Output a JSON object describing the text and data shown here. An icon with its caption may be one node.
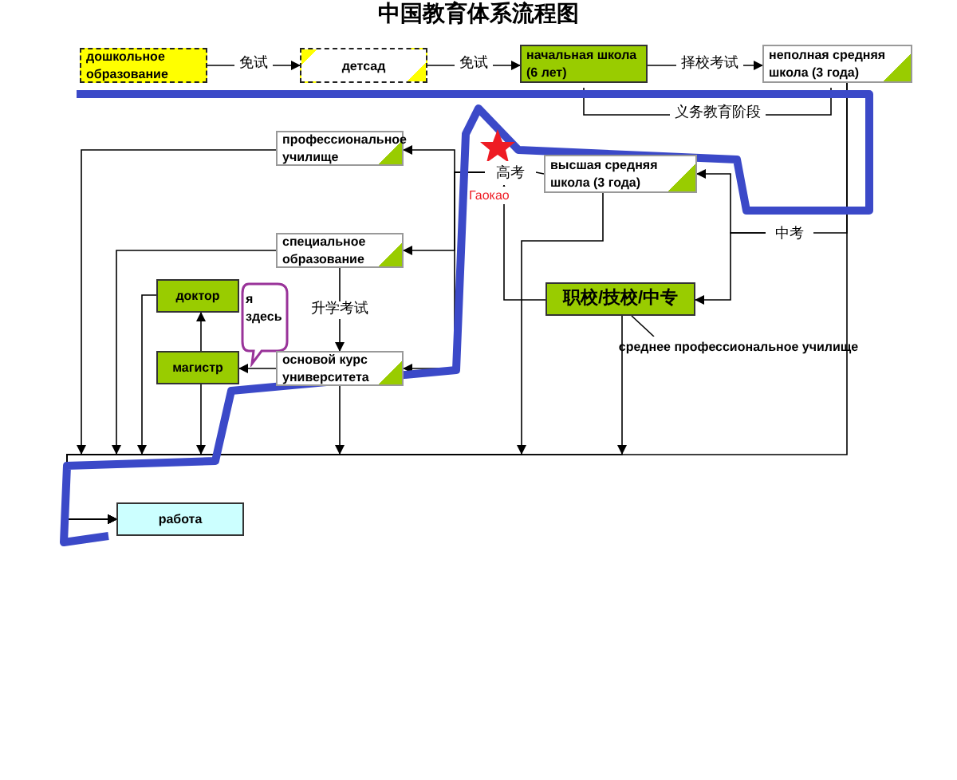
{
  "diagram": {
    "title": "中国教育体系流程图",
    "nodes": [
      {
        "text": [
          "дошкольное образование"
        ]
      },
      {
        "text": [
          "детсад"
        ]
      },
      {
        "text": [
          "начальная школа (6 лет)"
        ]
      },
      {
        "text": [
          "неполная средняя школа (3 года)"
        ]
      },
      {
        "text": [
          "профессиональное училище"
        ]
      },
      {
        "text": [
          "高考"
        ],
        "beside": [
          "Гаокао"
        ]
      },
      {
        "text": [
          "высшая средняя школа (3 года)"
        ]
      },
      {
        "text": [
          "специальное образование"
        ]
      },
      {
        "text": [
          "中考"
        ]
      },
      {
        "text": [
          "доктор"
        ]
      },
      {
        "text": [
          "я здесь"
        ]
      },
      {
        "text": [
          "职校/技校/中专"
        ]
      },
      {
        "text": [
          "среднее профессиональное училище"
        ]
      },
      {
        "text": [
          "магистр"
        ]
      },
      {
        "text": [
          "основой курс университета"
        ]
      },
      {
        "text": [
          "работа"
        ]
      }
    ],
    "edges": [
      {
        "from": 0,
        "to": 1,
        "arrow": "to",
        "label": "免试"
      },
      {
        "from": 1,
        "to": 2,
        "arrow": "to",
        "label": "免试"
      },
      {
        "from": 2,
        "to": 3,
        "arrow": "to",
        "label": "择校考试"
      },
      {
        "from": 3,
        "to": 8,
        "arrow": "none"
      },
      {
        "from": 8,
        "to": 6,
        "arrow": "to"
      },
      {
        "from": 8,
        "to": 11,
        "arrow": "to"
      },
      {
        "from": 6,
        "to": 5,
        "arrow": "none"
      },
      {
        "from": 11,
        "to": 5,
        "arrow": "to"
      },
      {
        "from": 5,
        "to": 4,
        "arrow": "to"
      },
      {
        "from": 5,
        "to": 7,
        "arrow": "to"
      },
      {
        "from": 5,
        "to": 14,
        "arrow": "to"
      },
      {
        "from": 7,
        "to": 14,
        "arrow": "to",
        "label": "升学考试"
      },
      {
        "from": 14,
        "to": 13,
        "arrow": "to"
      },
      {
        "from": 13,
        "to": 9,
        "arrow": "to"
      },
      {
        "from": 12,
        "to": 11,
        "arrow": "none"
      },
      {
        "from": 4,
        "to": 15,
        "arrow": "to"
      },
      {
        "from": 7,
        "to": 15,
        "arrow": "to"
      },
      {
        "from": 9,
        "to": 15,
        "arrow": "to"
      },
      {
        "from": 13,
        "to": 15,
        "arrow": "to"
      },
      {
        "from": 14,
        "to": 15,
        "arrow": "to"
      },
      {
        "from": 6,
        "to": 15,
        "arrow": "to"
      },
      {
        "from": 11,
        "to": 15,
        "arrow": "to"
      },
      {
        "from": 3,
        "to": 15,
        "arrow": "to"
      }
    ],
    "labels": [
      "义务教育阶段"
    ]
  }
}
